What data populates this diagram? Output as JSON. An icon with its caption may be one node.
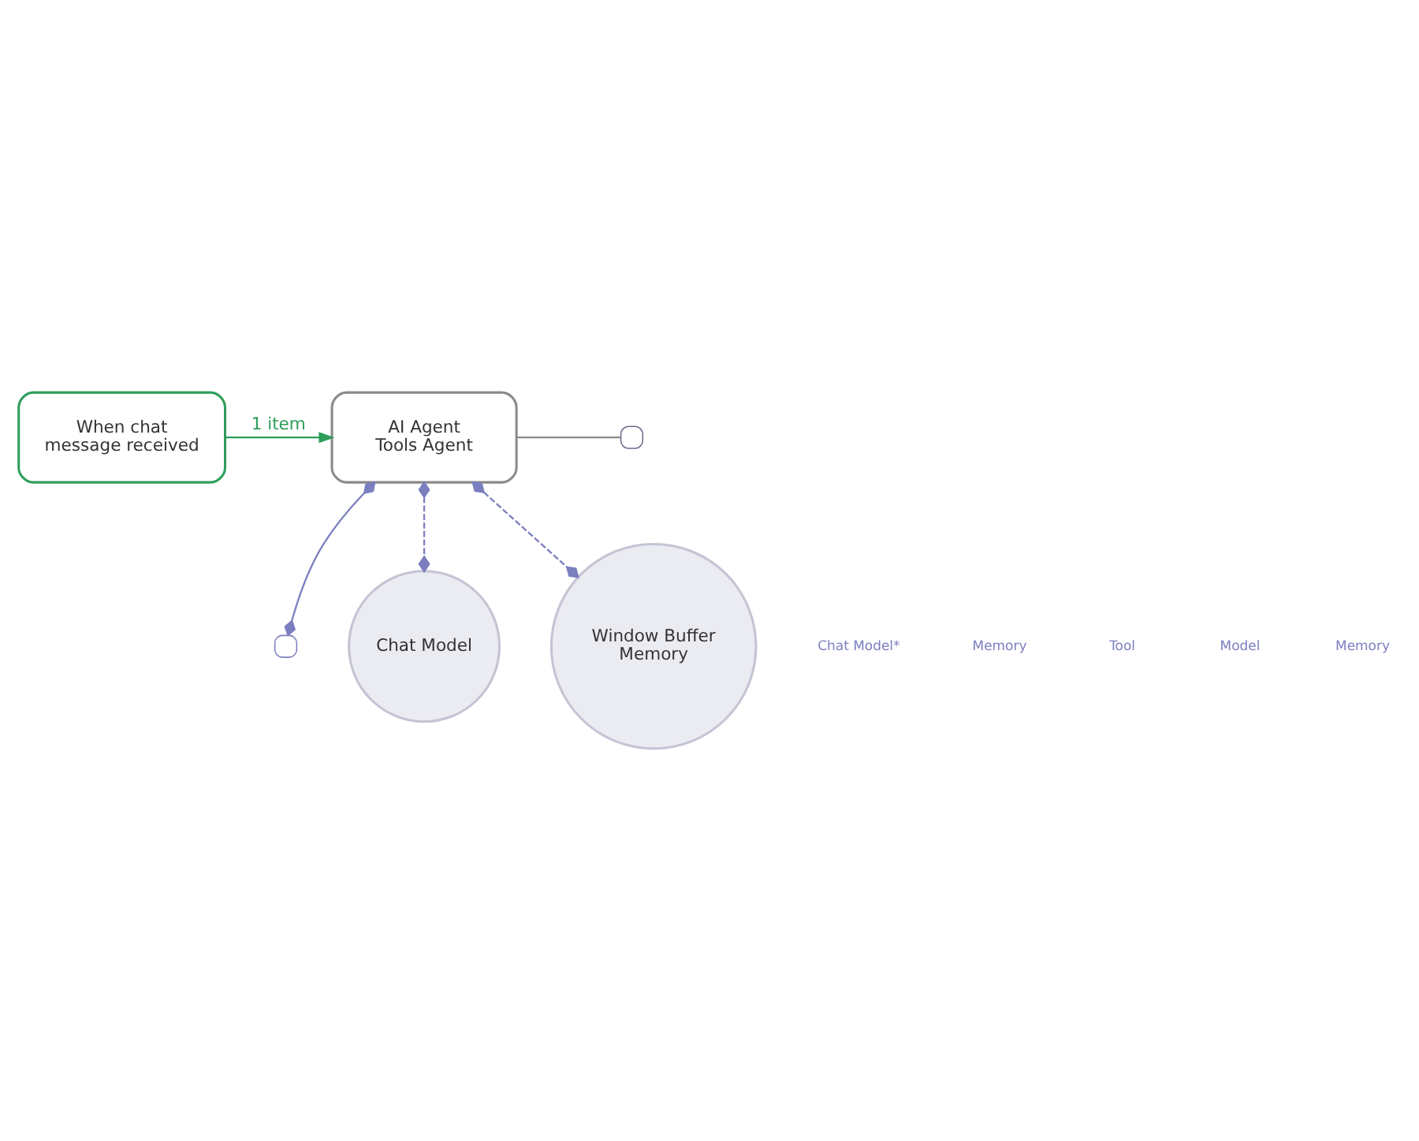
{
  "diagram": {
    "nodes": [
      {
        "text": [
          "When chat message received"
        ]
      },
      {
        "text": [
          "AI Agent",
          "Tools Agent"
        ]
      },
      {
        "text": [],
        "shape": "box"
      },
      {
        "text": [],
        "shape": "box"
      },
      {
        "text": [
          "Chat Model"
        ]
      },
      {
        "text": [
          "Window Buffer Memory"
        ]
      }
    ],
    "edges": [
      {
        "from": 0,
        "to": 1,
        "arrow": "to",
        "label": "1 item",
        "color": "#2e9e5b"
      },
      {
        "from": 1,
        "to": 2,
        "arrow": "none",
        "color": "#8a8a8a"
      },
      {
        "from": 1,
        "to": 3,
        "arrow": "other"
      },
      {
        "from": 4,
        "to": 1,
        "arrow": "other",
        "style": "dashed"
      },
      {
        "from": 5,
        "to": 1,
        "arrow": "other",
        "style": "dashed"
      }
    ],
    "labels": [
      "Chat Model*",
      "Memory",
      "Tool",
      "Model",
      "Memory"
    ]
  }
}
